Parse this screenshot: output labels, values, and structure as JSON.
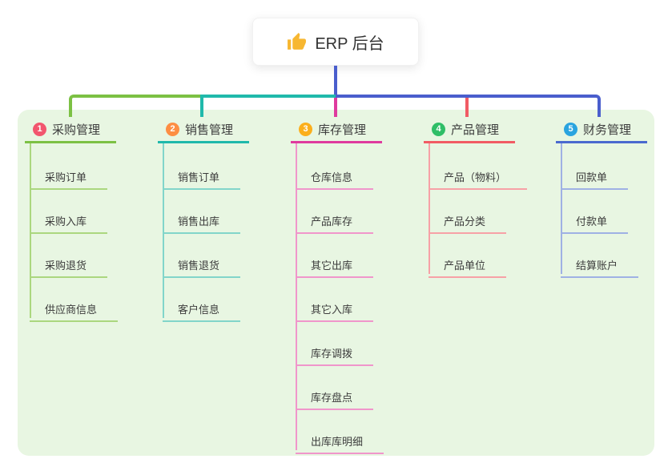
{
  "root": {
    "label": "ERP 后台",
    "icon": "thumbs-up-icon",
    "icon_color": "#f7b731",
    "connector_color": "#4a5ecd"
  },
  "group": {
    "background": "#e8f6e2"
  },
  "branches": [
    {
      "badge": "1",
      "badge_color": "#f2566e",
      "label": "采购管理",
      "line_color": "#7cc144",
      "child_line_color": "#abd77f",
      "children": [
        "采购订单",
        "采购入库",
        "采购退货",
        "供应商信息"
      ]
    },
    {
      "badge": "2",
      "badge_color": "#fd8e43",
      "label": "销售管理",
      "line_color": "#20b9ab",
      "child_line_color": "#82d5ca",
      "children": [
        "销售订单",
        "销售出库",
        "销售退货",
        "客户信息"
      ]
    },
    {
      "badge": "3",
      "badge_color": "#fbaf1c",
      "label": "库存管理",
      "line_color": "#df3a9e",
      "child_line_color": "#f096cb",
      "children": [
        "仓库信息",
        "产品库存",
        "其它出库",
        "其它入库",
        "库存调拨",
        "库存盘点",
        "出库库明细"
      ]
    },
    {
      "badge": "4",
      "badge_color": "#2fbe67",
      "label": "产品管理",
      "line_color": "#f15b64",
      "child_line_color": "#f7a1a6",
      "children": [
        "产品（物料）",
        "产品分类",
        "产品单位"
      ]
    },
    {
      "badge": "5",
      "badge_color": "#2aa4df",
      "label": "财务管理",
      "line_color": "#4a69cf",
      "child_line_color": "#9fb1e4",
      "children": [
        "回款单",
        "付款单",
        "结算账户"
      ]
    }
  ]
}
